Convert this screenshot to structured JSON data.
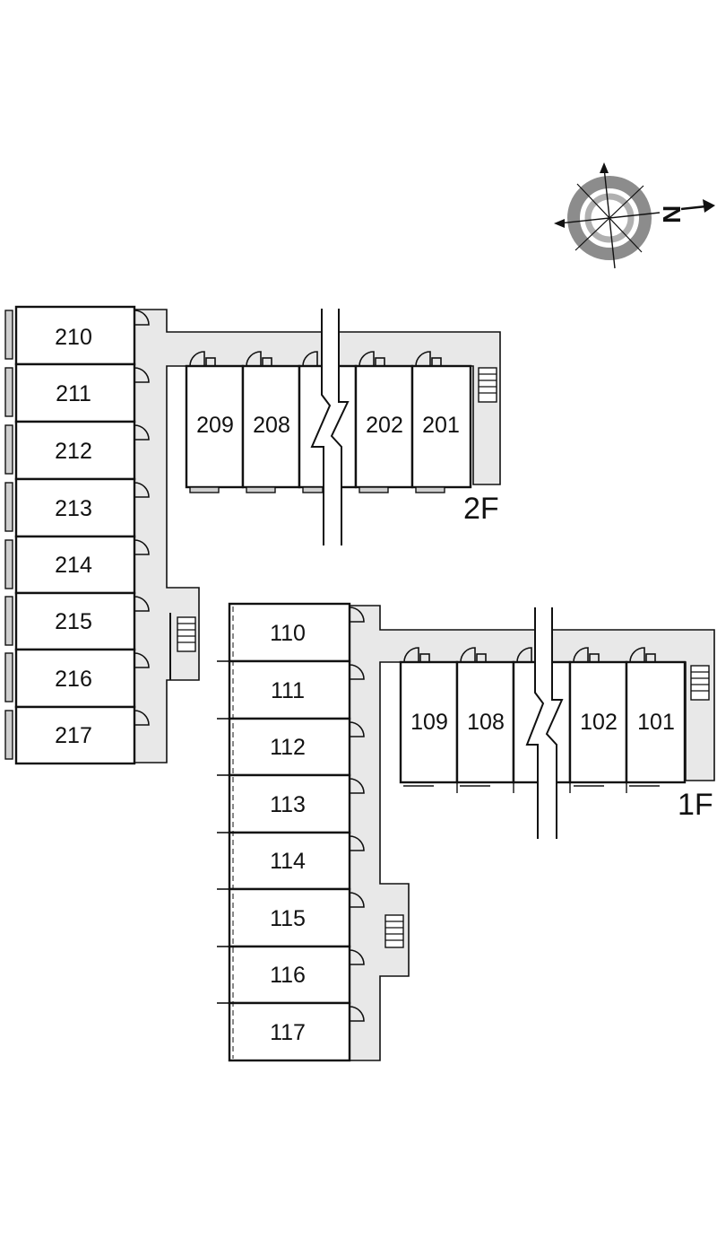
{
  "compass": {
    "north_letter": "N",
    "icon": "compass-rose-icon"
  },
  "floors": [
    {
      "label": "2F",
      "wing_units": [
        "210",
        "211",
        "212",
        "213",
        "214",
        "215",
        "216",
        "217"
      ],
      "row_units": [
        "209",
        "208",
        "202",
        "201"
      ]
    },
    {
      "label": "1F",
      "wing_units": [
        "110",
        "111",
        "112",
        "113",
        "114",
        "115",
        "116",
        "117"
      ],
      "row_units": [
        "109",
        "108",
        "102",
        "101"
      ]
    }
  ],
  "colors": {
    "corridor": "#e8e8e8",
    "line": "#111111",
    "compass_gray": "#8c8c8c"
  }
}
